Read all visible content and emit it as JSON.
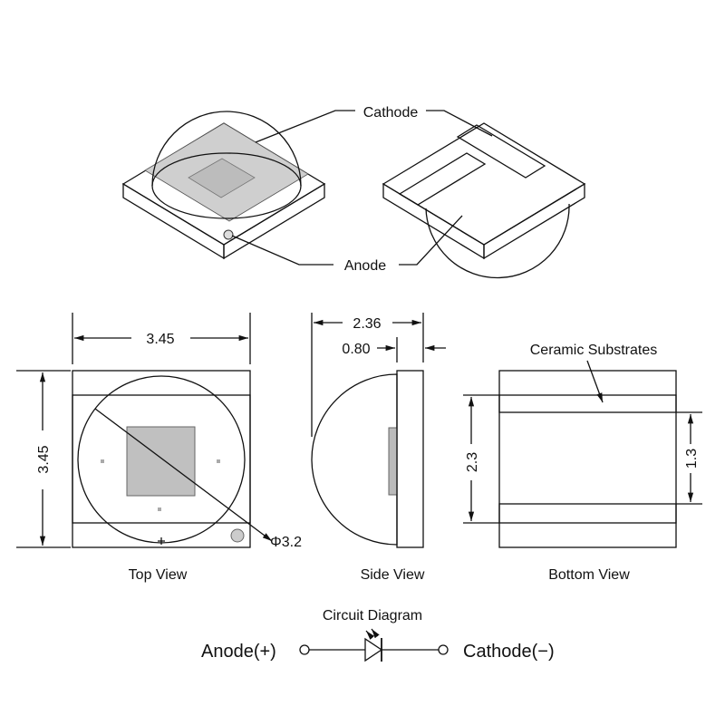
{
  "callouts": {
    "cathode": "Cathode",
    "anode": "Anode",
    "ceramic": "Ceramic Substrates"
  },
  "dimensions": {
    "top_width": "3.45",
    "top_height": "3.45",
    "lens_diameter": "Φ3.2",
    "side_total": "2.36",
    "side_body": "0.80",
    "bottom_pad_span": "2.3",
    "bottom_center": "1.3"
  },
  "views": {
    "top": "Top View",
    "side": "Side View",
    "bottom": "Bottom View"
  },
  "circuit": {
    "title": "Circuit Diagram",
    "anode": "Anode(+)",
    "cathode": "Cathode(−)"
  },
  "colors": {
    "light": "#e6e6e6",
    "pad": "#c8c8c8",
    "chip": "#bdbdbd",
    "line": "#111111"
  }
}
